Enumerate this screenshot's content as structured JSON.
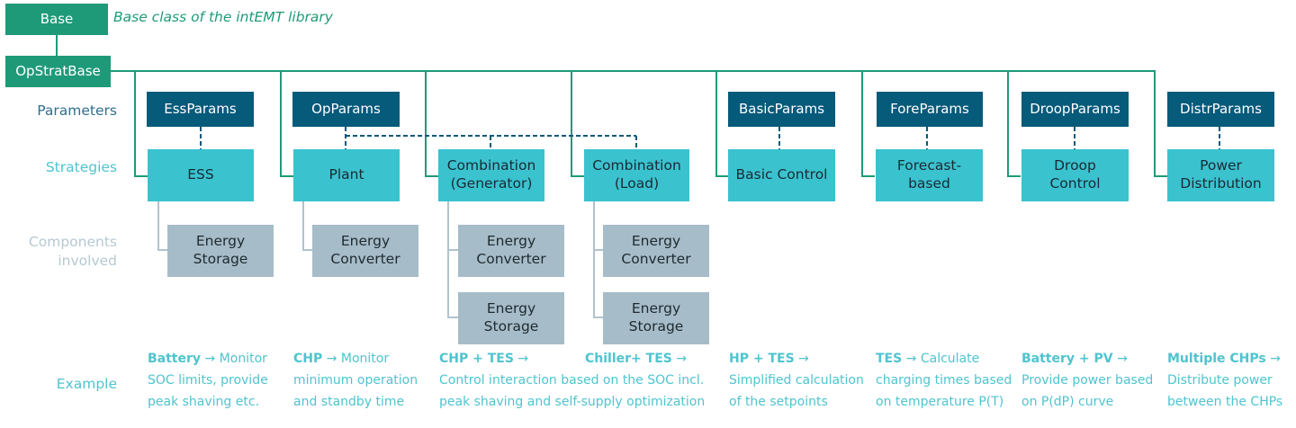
{
  "colors": {
    "base": "#1f9a79",
    "params": "#065a7a",
    "strategies": "#3ac2cf",
    "components": "#a6bcc8",
    "example_text": "#4fc4cf"
  },
  "base": {
    "label": "Base",
    "subtitle": "Base class of the intEMT library"
  },
  "opstrat": {
    "label": "OpStratBase"
  },
  "row_labels": {
    "parameters": "Parameters",
    "strategies": "Strategies",
    "components_line1": "Components",
    "components_line2": "involved",
    "example": "Example"
  },
  "params": [
    {
      "label": "EssParams"
    },
    {
      "label": "OpParams"
    },
    {
      "label": "BasicParams"
    },
    {
      "label": "ForeParams"
    },
    {
      "label": "DroopParams"
    },
    {
      "label": "DistrParams"
    }
  ],
  "strategies": [
    {
      "line1": "ESS",
      "line2": ""
    },
    {
      "line1": "Plant",
      "line2": ""
    },
    {
      "line1": "Combination",
      "line2": "(Generator)"
    },
    {
      "line1": "Combination",
      "line2": "(Load)"
    },
    {
      "line1": "Basic Control",
      "line2": ""
    },
    {
      "line1": "Forecast-",
      "line2": "based"
    },
    {
      "line1": "Droop",
      "line2": "Control"
    },
    {
      "line1": "Power",
      "line2": "Distribution"
    }
  ],
  "components": [
    {
      "line1": "Energy",
      "line2": "Storage"
    },
    {
      "line1": "Energy",
      "line2": "Converter"
    },
    {
      "line1": "Energy",
      "line2": "Converter"
    },
    {
      "line1": "Energy",
      "line2": "Storage"
    },
    {
      "line1": "Energy",
      "line2": "Converter"
    },
    {
      "line1": "Energy",
      "line2": "Storage"
    }
  ],
  "examples": [
    {
      "bold": "Battery",
      "arrow": "→",
      "rest1": " Monitor",
      "line2": "SOC limits, provide",
      "line3": "peak shaving etc."
    },
    {
      "bold": "CHP",
      "arrow": "→",
      "rest1": " Monitor",
      "line2": "minimum operation",
      "line3": "and standby time"
    },
    {
      "bold": "CHP + TES",
      "arrow": "→",
      "rest1": "",
      "line2": "Control interaction based on the SOC incl.",
      "line3": "peak shaving and self-supply optimization"
    },
    {
      "bold": "Chiller+ TES",
      "arrow": "→",
      "rest1": "",
      "line2": "",
      "line3": ""
    },
    {
      "bold": "HP + TES",
      "arrow": "→",
      "rest1": "",
      "line2": "Simplified calculation",
      "line3": "of the setpoints"
    },
    {
      "bold": "TES",
      "arrow": "→",
      "rest1": " Calculate",
      "line2": "charging times based",
      "line3": "on temperature P(T)"
    },
    {
      "bold": "Battery + PV",
      "arrow": "→",
      "rest1": "",
      "line2": "Provide power based",
      "line3": "on P(dP) curve"
    },
    {
      "bold": "Multiple CHPs",
      "arrow": "→",
      "rest1": "",
      "line2": "Distribute power",
      "line3": "between the CHPs"
    }
  ]
}
